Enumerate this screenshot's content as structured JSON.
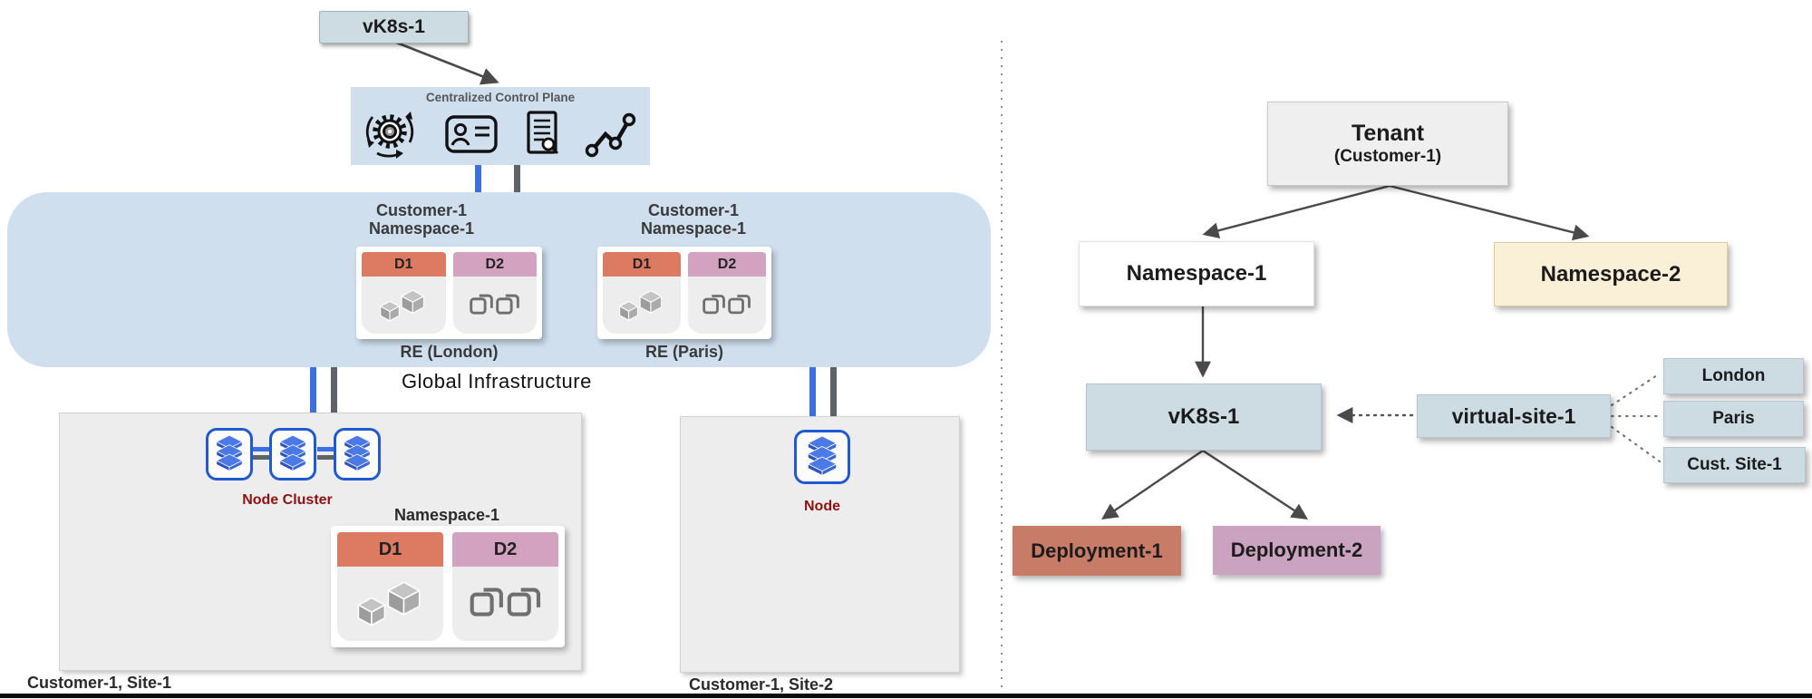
{
  "colors": {
    "panel_blue": "#cfdfee",
    "box_bluegray": "#ccdce2",
    "namespace2_cream": "#faf0d8",
    "tenant_gray": "#efefef",
    "deployment1_salmon": "#c87b67",
    "deployment2_pink": "#c9a3bf",
    "d1_header": "#dc7a62",
    "d2_header": "#d2a2c0",
    "node_label_red": "#8e1111",
    "connector_blue": "#3c6fe0",
    "connector_gray": "#5f6368"
  },
  "left": {
    "vk8s_label": "vK8s-1",
    "control_plane_title": "Centralized Control Plane",
    "control_plane_icons": [
      "sync-gear-icon",
      "id-card-icon",
      "audit-doc-icon",
      "network-graph-icon"
    ],
    "infra_caption": "Global Infrastructure",
    "regions": [
      {
        "customer": "Customer-1",
        "namespace": "Namespace-1",
        "site": "RE (London)",
        "d1": "D1",
        "d2": "D2"
      },
      {
        "customer": "Customer-1",
        "namespace": "Namespace-1",
        "site": "RE (Paris)",
        "d1": "D1",
        "d2": "D2"
      }
    ],
    "site1": {
      "node_label": "Node Cluster",
      "namespace": "Namespace-1",
      "d1": "D1",
      "d2": "D2",
      "caption": "Customer-1, Site-1"
    },
    "site2": {
      "node_label": "Node",
      "caption": "Customer-1, Site-2"
    }
  },
  "right": {
    "tenant_title": "Tenant",
    "tenant_subtitle": "(Customer-1)",
    "namespace1": "Namespace-1",
    "namespace2": "Namespace-2",
    "vk8s": "vK8s-1",
    "deployment1": "Deployment-1",
    "deployment2": "Deployment-2",
    "virtual_site": "virtual-site-1",
    "sites": [
      "London",
      "Paris",
      "Cust. Site-1"
    ]
  }
}
